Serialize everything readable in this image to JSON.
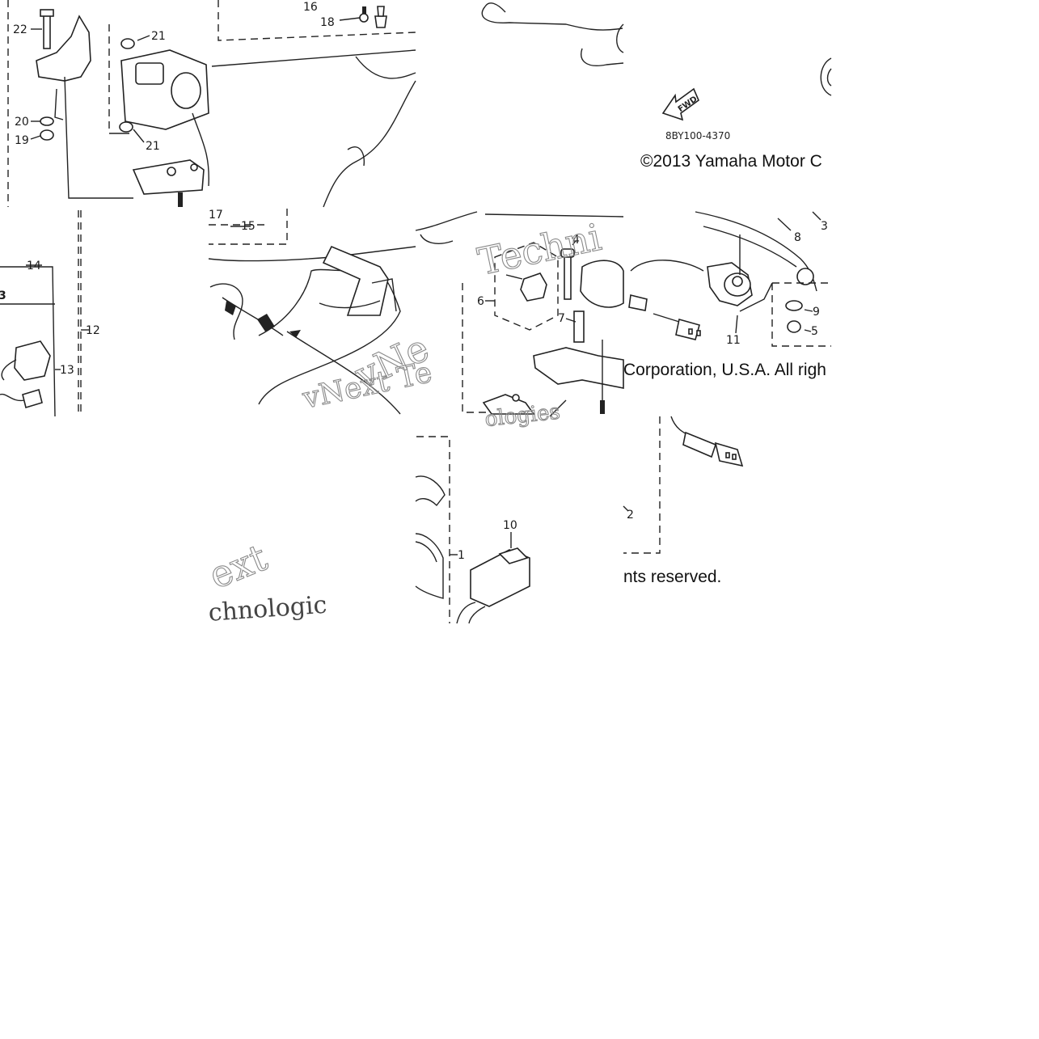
{
  "diagram": {
    "part_code": "8BY100-4370",
    "fwd_label": "FWD",
    "copyright_line_1": "©2013 Yamaha Motor C",
    "copyright_line_2": "Corporation, U.S.A. All righ",
    "copyright_line_3": "nts reserved.",
    "watermark_1": "Techni",
    "watermark_2": "vNe",
    "watermark_3": "vNext Te",
    "watermark_4": "ext",
    "watermark_5": "chnologic",
    "watermark_6": "ologies",
    "callouts": [
      "22",
      "21",
      "20",
      "19",
      "21",
      "16",
      "18",
      "17",
      "15",
      "14",
      "13",
      "12",
      "4",
      "6",
      "7",
      "3",
      "8",
      "9",
      "5",
      "11",
      "10",
      "1",
      "2",
      "3"
    ]
  }
}
